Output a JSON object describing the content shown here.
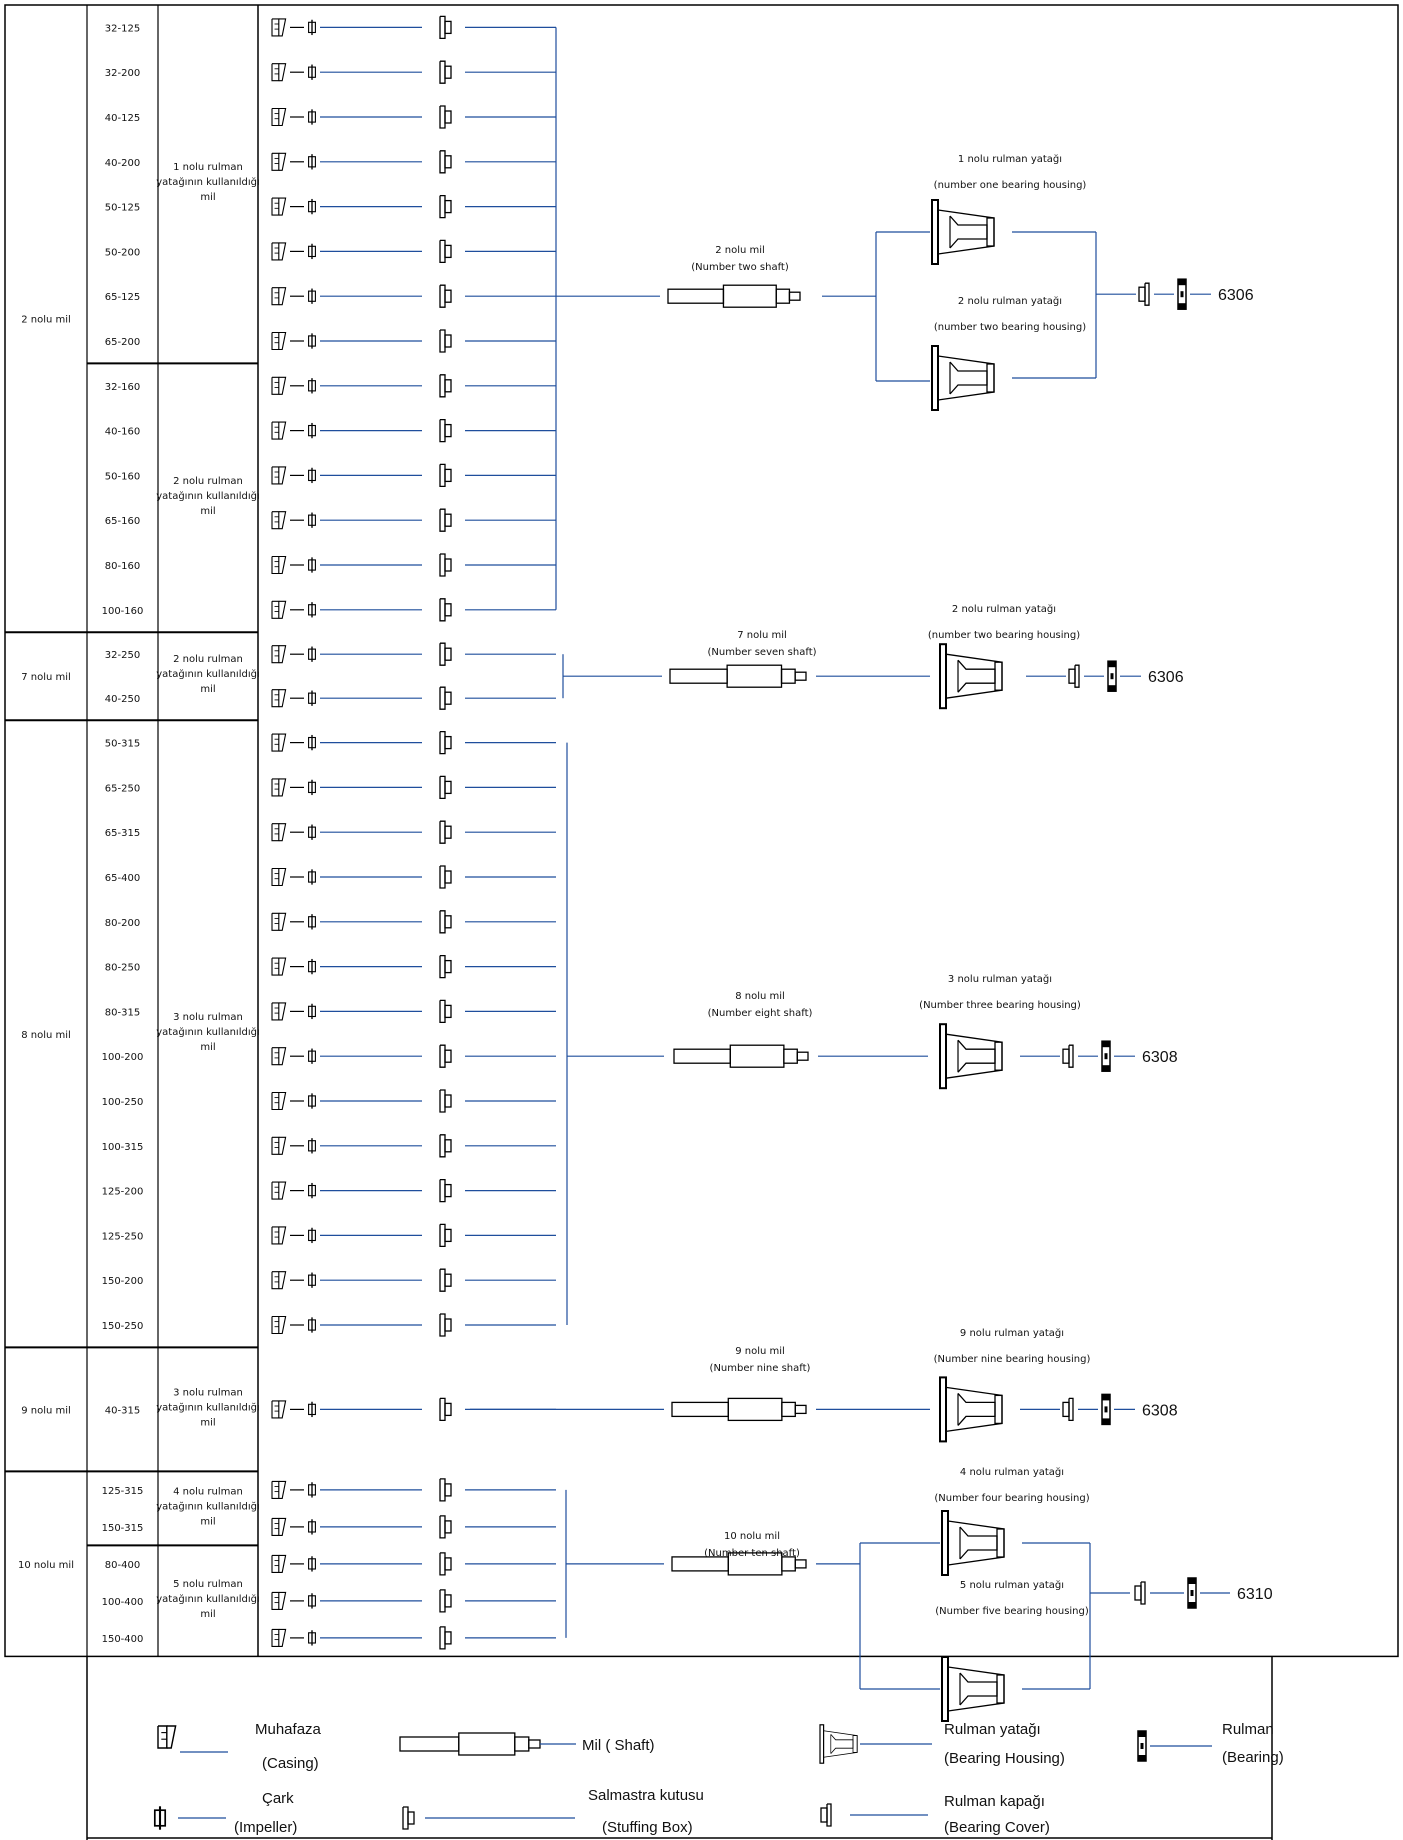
{
  "groups": [
    {
      "shaft_label": "2 nolu mil",
      "subgroups": [
        {
          "note": [
            "1 nolu rulman",
            "yatağının kullanıldığı",
            "mil"
          ],
          "models": [
            "32-125",
            "32-200",
            "40-125",
            "40-200",
            "50-125",
            "50-200",
            "65-125",
            "65-200"
          ]
        },
        {
          "note": [
            "2 nolu rulman",
            "yatağının kullanıldığı",
            "mil"
          ],
          "models": [
            "32-160",
            "40-160",
            "50-160",
            "65-160",
            "80-160",
            "100-160"
          ]
        }
      ],
      "shaft": [
        "2 nolu mil",
        "(Number two shaft)"
      ],
      "housings": [
        [
          "1 nolu rulman yatağı",
          "(number one bearing housing)"
        ],
        [
          "2 nolu rulman yatağı",
          "(number two bearing housing)"
        ]
      ],
      "bearing_code": "6306"
    },
    {
      "shaft_label": "7 nolu mil",
      "subgroups": [
        {
          "note": [
            "2 nolu rulman",
            "yatağının kullanıldığı",
            "mil"
          ],
          "models": [
            "32-250",
            "40-250"
          ]
        }
      ],
      "shaft": [
        "7 nolu mil",
        "(Number seven shaft)"
      ],
      "housings": [
        [
          "2 nolu rulman yatağı",
          "(number two bearing housing)"
        ]
      ],
      "bearing_code": "6306"
    },
    {
      "shaft_label": "8 nolu mil",
      "subgroups": [
        {
          "note": [
            "3 nolu rulman",
            "yatağının kullanıldığı",
            "mil"
          ],
          "models": [
            "50-315",
            "65-250",
            "65-315",
            "65-400",
            "80-200",
            "80-250",
            "80-315",
            "100-200",
            "100-250",
            "100-315",
            "125-200",
            "125-250",
            "150-200",
            "150-250"
          ]
        }
      ],
      "shaft": [
        "8 nolu mil",
        "(Number eight shaft)"
      ],
      "housings": [
        [
          "3 nolu rulman yatağı",
          "(Number three bearing housing)"
        ]
      ],
      "bearing_code": "6308"
    },
    {
      "shaft_label": "9 nolu mil",
      "subgroups": [
        {
          "note": [
            "3 nolu rulman",
            "yatağının kullanıldığı",
            "mil"
          ],
          "models": [
            "40-315"
          ]
        }
      ],
      "shaft": [
        "9 nolu mil",
        "(Number nine shaft)"
      ],
      "housings": [
        [
          "9 nolu rulman yatağı",
          "(Number nine bearing housing)"
        ]
      ],
      "bearing_code": "6308"
    },
    {
      "shaft_label": "10 nolu mil",
      "subgroups": [
        {
          "note": [
            "4 nolu rulman",
            "yatağının kullanıldığı",
            "mil"
          ],
          "models": [
            "125-315",
            "150-315"
          ]
        },
        {
          "note": [
            "5 nolu rulman",
            "yatağının kullanıldığı",
            "mil"
          ],
          "models": [
            "80-400",
            "100-400",
            "150-400"
          ]
        }
      ],
      "shaft": [
        "10 nolu mil",
        "(Number ten shaft)"
      ],
      "housings": [
        [
          "4 nolu rulman yatağı",
          "(Number four bearing housing)"
        ],
        [
          "5 nolu rulman yatağı",
          "(Number five bearing housing)"
        ]
      ],
      "bearing_code": "6310"
    }
  ],
  "legend": {
    "casing": [
      "Muhafaza",
      "(Casing)"
    ],
    "impeller": [
      "Çark",
      "(Impeller)"
    ],
    "shaft": [
      "Mil ( Shaft)"
    ],
    "stuffing_box": [
      "Salmastra kutusu",
      "(Stuffing Box)"
    ],
    "bearing_housing": [
      "Rulman yatağı",
      "(Bearing Housing)"
    ],
    "bearing_cover": [
      "Rulman kapağı",
      "(Bearing Cover)"
    ],
    "bearing": [
      "Rulman",
      "(Bearing)"
    ]
  },
  "colors": {
    "line": "#1f4e9c",
    "border": "#000000",
    "text": "#111111"
  },
  "icons": [
    "casing-icon",
    "impeller-icon",
    "stuffing-box-icon",
    "shaft-icon",
    "bearing-housing-icon",
    "bearing-cover-icon",
    "bearing-icon"
  ]
}
